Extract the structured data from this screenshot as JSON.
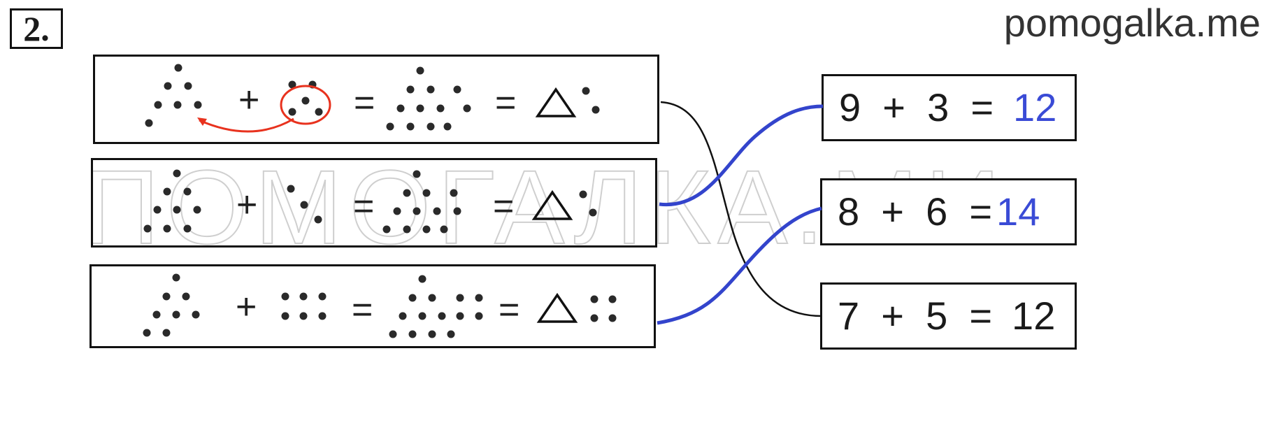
{
  "task_number": "2.",
  "site": "pomogalka.me",
  "watermark": "ПОМОГАЛКА.МИ",
  "rows": [
    {
      "plus": "+",
      "eq1": "=",
      "eq2": "="
    },
    {
      "plus": "+",
      "eq1": "=",
      "eq2": "="
    },
    {
      "plus": "+",
      "eq1": "=",
      "eq2": "="
    }
  ],
  "equations": [
    {
      "expr": "9  +  3  =",
      "answer": "12",
      "answer_color": "#3a4bd6"
    },
    {
      "expr": "8  +  6  =",
      "answer": "14",
      "answer_color": "#3a4bd6"
    },
    {
      "expr": "7  +  5  =",
      "answer": "12",
      "answer_color": "#1a1a1a"
    }
  ],
  "colors": {
    "ink": "#111111",
    "pen_blue": "#3344cc",
    "pen_red": "#e8321e"
  },
  "icons": [
    "triangle-icon",
    "dot-pattern"
  ]
}
